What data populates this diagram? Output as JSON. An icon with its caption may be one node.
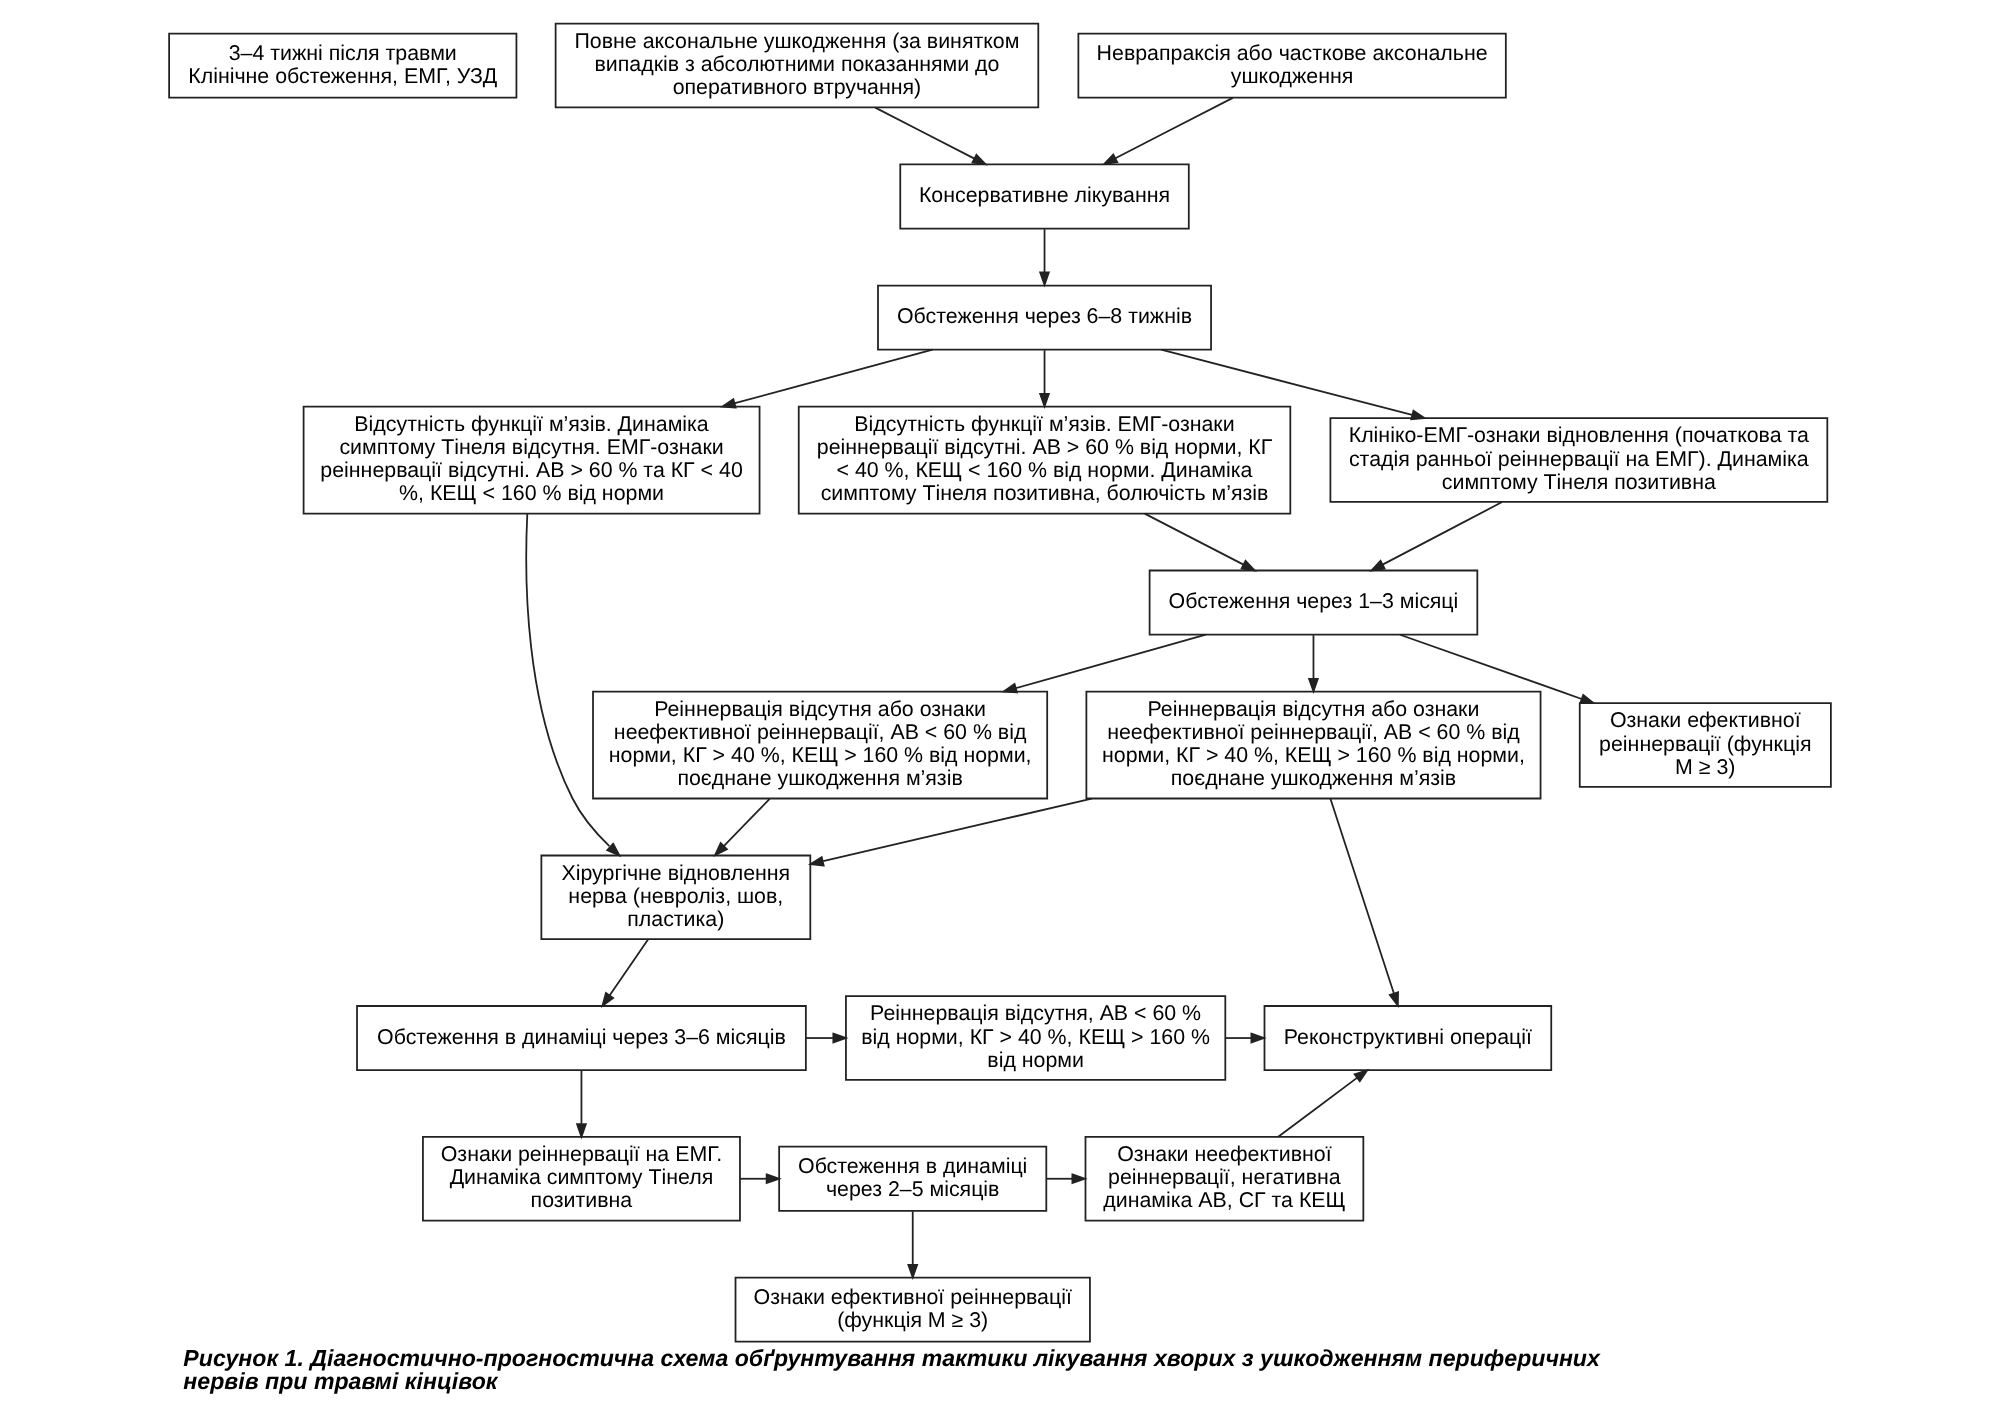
{
  "diagram": {
    "caption": "Рисунок 1. Діагностично-прогностична схема обґрунтування тактики лікування хворих з ушкодженням периферичних нервів при травмі кінцівок",
    "nodes": [
      {
        "text": [
          "3–4 тижні після травми",
          "Клінічне обстеження, ЕМГ, УЗД"
        ]
      },
      {
        "text": [
          "Повне аксональне ушкодження (за винятком випадків з абсолютними показаннями до оперативного втручання)"
        ]
      },
      {
        "text": [
          "Консервативне лікування"
        ]
      },
      {
        "text": [
          "Неврапраксія або часткове аксональне ушкодження"
        ]
      },
      {
        "text": [
          "Обстеження через 6–8 тижнів"
        ]
      },
      {
        "text": [
          "Відсутність функції м’язів. Динаміка симптому Тінеля відсутня. ЕМГ-ознаки реіннервації відсутні. АВ > 60 % та КГ < 40 %, КЕЩ < 160 % від норми"
        ]
      },
      {
        "text": [
          "Відсутність функції м’язів. ЕМГ-ознаки реіннервації відсутні. АВ > 60 % від норми, КГ < 40 %, КЕЩ < 160 % від норми. Динаміка симптому Тінеля позитивна, болючість м’язів"
        ]
      },
      {
        "text": [
          "Клініко-ЕМГ-ознаки відновлення (початкова та стадія ранньої реіннервації на ЕМГ). Динаміка симптому Тінеля позитивна"
        ]
      },
      {
        "text": [
          "Обстеження через 1–3 місяці"
        ]
      },
      {
        "text": [
          "Хірургічне відновлення нерва (невроліз, шов, пластика)"
        ]
      },
      {
        "text": [
          "Реіннервація відсутня або ознаки неефективної реіннервації, АВ < 60 % від норми, КГ > 40 %, КЕЩ > 160 % від норми, поєднане ушкодження м’язів"
        ]
      },
      {
        "text": [
          "Реіннервація відсутня або ознаки неефективної реіннервації, АВ < 60 % від норми, КГ > 40 %, КЕЩ > 160 % від норми, поєднане ушкодження м’язів"
        ]
      },
      {
        "text": [
          "Ознаки ефективної реіннервації (функція М ≥ 3)"
        ]
      },
      {
        "text": [
          "Обстеження в динаміці через 3–6 місяців"
        ]
      },
      {
        "text": [
          "Реіннервація відсутня, АВ < 60 % від норми, КГ > 40 %, КЕЩ > 160 % від норми"
        ]
      },
      {
        "text": [
          "Реконструктивні операції"
        ]
      },
      {
        "text": [
          "Ознаки реіннервації на ЕМГ. Динаміка симптому Тінеля позитивна"
        ]
      },
      {
        "text": [
          "Обстеження в динаміці через 2–5 місяців"
        ]
      },
      {
        "text": [
          "Ознаки неефективної реіннервації, негативна динаміка АВ, СГ та КЕЩ"
        ]
      },
      {
        "text": [
          "Ознаки ефективної реіннервації (функція М ≥ 3)"
        ]
      }
    ],
    "edges": [
      {
        "from": 1,
        "to": 2,
        "arrow": "to"
      },
      {
        "from": 3,
        "to": 2,
        "arrow": "to"
      },
      {
        "from": 2,
        "to": 4,
        "arrow": "to"
      },
      {
        "from": 4,
        "to": 5,
        "arrow": "to"
      },
      {
        "from": 4,
        "to": 6,
        "arrow": "to"
      },
      {
        "from": 4,
        "to": 7,
        "arrow": "to"
      },
      {
        "from": 5,
        "to": 9,
        "arrow": "to"
      },
      {
        "from": 6,
        "to": 8,
        "arrow": "to"
      },
      {
        "from": 7,
        "to": 8,
        "arrow": "to"
      },
      {
        "from": 8,
        "to": 10,
        "arrow": "to"
      },
      {
        "from": 8,
        "to": 11,
        "arrow": "to"
      },
      {
        "from": 8,
        "to": 12,
        "arrow": "to"
      },
      {
        "from": 10,
        "to": 9,
        "arrow": "to"
      },
      {
        "from": 11,
        "to": 9,
        "arrow": "to"
      },
      {
        "from": 11,
        "to": 15,
        "arrow": "to"
      },
      {
        "from": 9,
        "to": 13,
        "arrow": "to"
      },
      {
        "from": 13,
        "to": 14,
        "arrow": "to"
      },
      {
        "from": 14,
        "to": 15,
        "arrow": "to"
      },
      {
        "from": 13,
        "to": 16,
        "arrow": "to"
      },
      {
        "from": 16,
        "to": 17,
        "arrow": "to"
      },
      {
        "from": 17,
        "to": 18,
        "arrow": "to"
      },
      {
        "from": 17,
        "to": 19,
        "arrow": "to"
      },
      {
        "from": 18,
        "to": 15,
        "arrow": "to"
      }
    ]
  }
}
